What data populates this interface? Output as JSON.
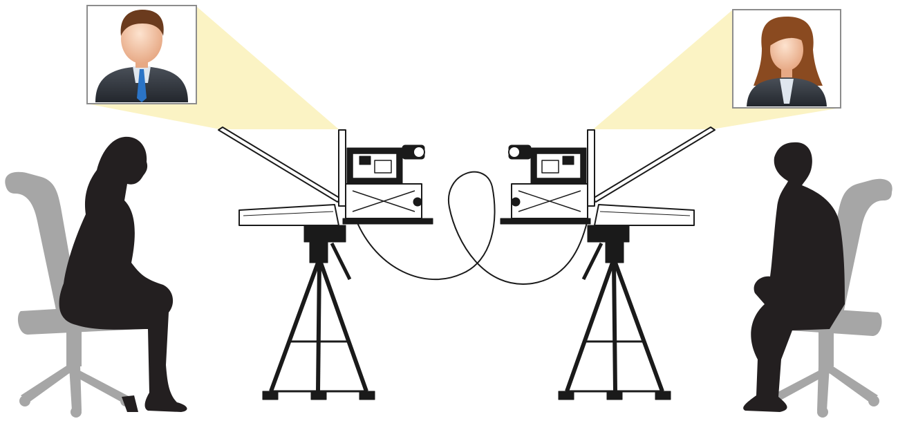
{
  "scene": {
    "left_participant": {
      "figure": "seated-woman-silhouette",
      "chair": "office-chair",
      "screen_shows": "male-avatar"
    },
    "right_participant": {
      "figure": "seated-man-silhouette",
      "chair": "office-chair",
      "screen_shows": "female-avatar"
    },
    "rigs": [
      "left-teleprompter-rig",
      "right-teleprompter-rig"
    ],
    "connection": "video-cable"
  },
  "colors": {
    "background": "#ffffff",
    "silhouette": "#231f20",
    "chair": "#a6a6a6",
    "projection_beam": "#fbf3c4",
    "frame_border": "#8c8c8c",
    "equipment_line": "#1a1a1a",
    "suit": "#3a3f47",
    "tie": "#2b74c6",
    "skin": "#f2c3a4",
    "male_hair": "#6b3b1e",
    "female_hair": "#8a4a20"
  },
  "icons": [
    "male-avatar-icon",
    "female-avatar-icon",
    "camera-icon",
    "tripod-icon",
    "chair-icon"
  ]
}
